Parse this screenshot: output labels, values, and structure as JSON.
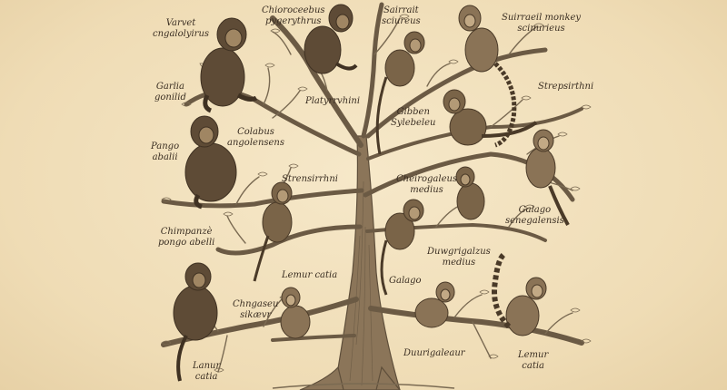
{
  "colors": {
    "background": "#f3e3c0",
    "ink": "#3a2e22",
    "bark": "#6b5a44",
    "fur": "#5e4b36",
    "fur_light": "#8a7356"
  },
  "labels": {
    "varvet": {
      "line1": "Varvet",
      "line2": "cngalolyirus"
    },
    "chioroceebus": {
      "line1": "Chioroceebus",
      "line2": "pygerythrus"
    },
    "sairrait": {
      "line1": "Sairrait",
      "line2": "sciureus"
    },
    "suirraeil": {
      "line1": "Suirraeil monkey",
      "line2": "scinurieus"
    },
    "garlia": {
      "line1": "Garlia",
      "line2": "gonilid"
    },
    "platyrrvhini": {
      "line1": "Platyrrvhini",
      "line2": ""
    },
    "strepsirthni": {
      "line1": "Strepsirthni",
      "line2": ""
    },
    "colabus": {
      "line1": "Colabus",
      "line2": "angolensens"
    },
    "gibben": {
      "line1": "Gibben",
      "line2": "Sylebeleu"
    },
    "pango": {
      "line1": "Pango",
      "line2": "abalii"
    },
    "strensirrhni": {
      "line1": "Strensirrhni",
      "line2": ""
    },
    "cheirogaleus": {
      "line1": "Cheirogaleus",
      "line2": "medius"
    },
    "galago_seneg": {
      "line1": "Galago",
      "line2": "senegalensis"
    },
    "chimpanze": {
      "line1": "Chimpanzè",
      "line2": "pongo abelli"
    },
    "duwgrigalzus": {
      "line1": "Duwgrigalzus",
      "line2": "medius"
    },
    "lemur_catia_mid": {
      "line1": "Lemur catia",
      "line2": ""
    },
    "galago": {
      "line1": "Galago",
      "line2": ""
    },
    "chngaseu": {
      "line1": "Chngaseu",
      "line2": "sikævr"
    },
    "lanur": {
      "line1": "Lanur",
      "line2": "catia"
    },
    "duurigaleaur": {
      "line1": "Duurigaleaur",
      "line2": ""
    },
    "lemur_catia_right": {
      "line1": "Lemur",
      "line2": "catia"
    }
  }
}
